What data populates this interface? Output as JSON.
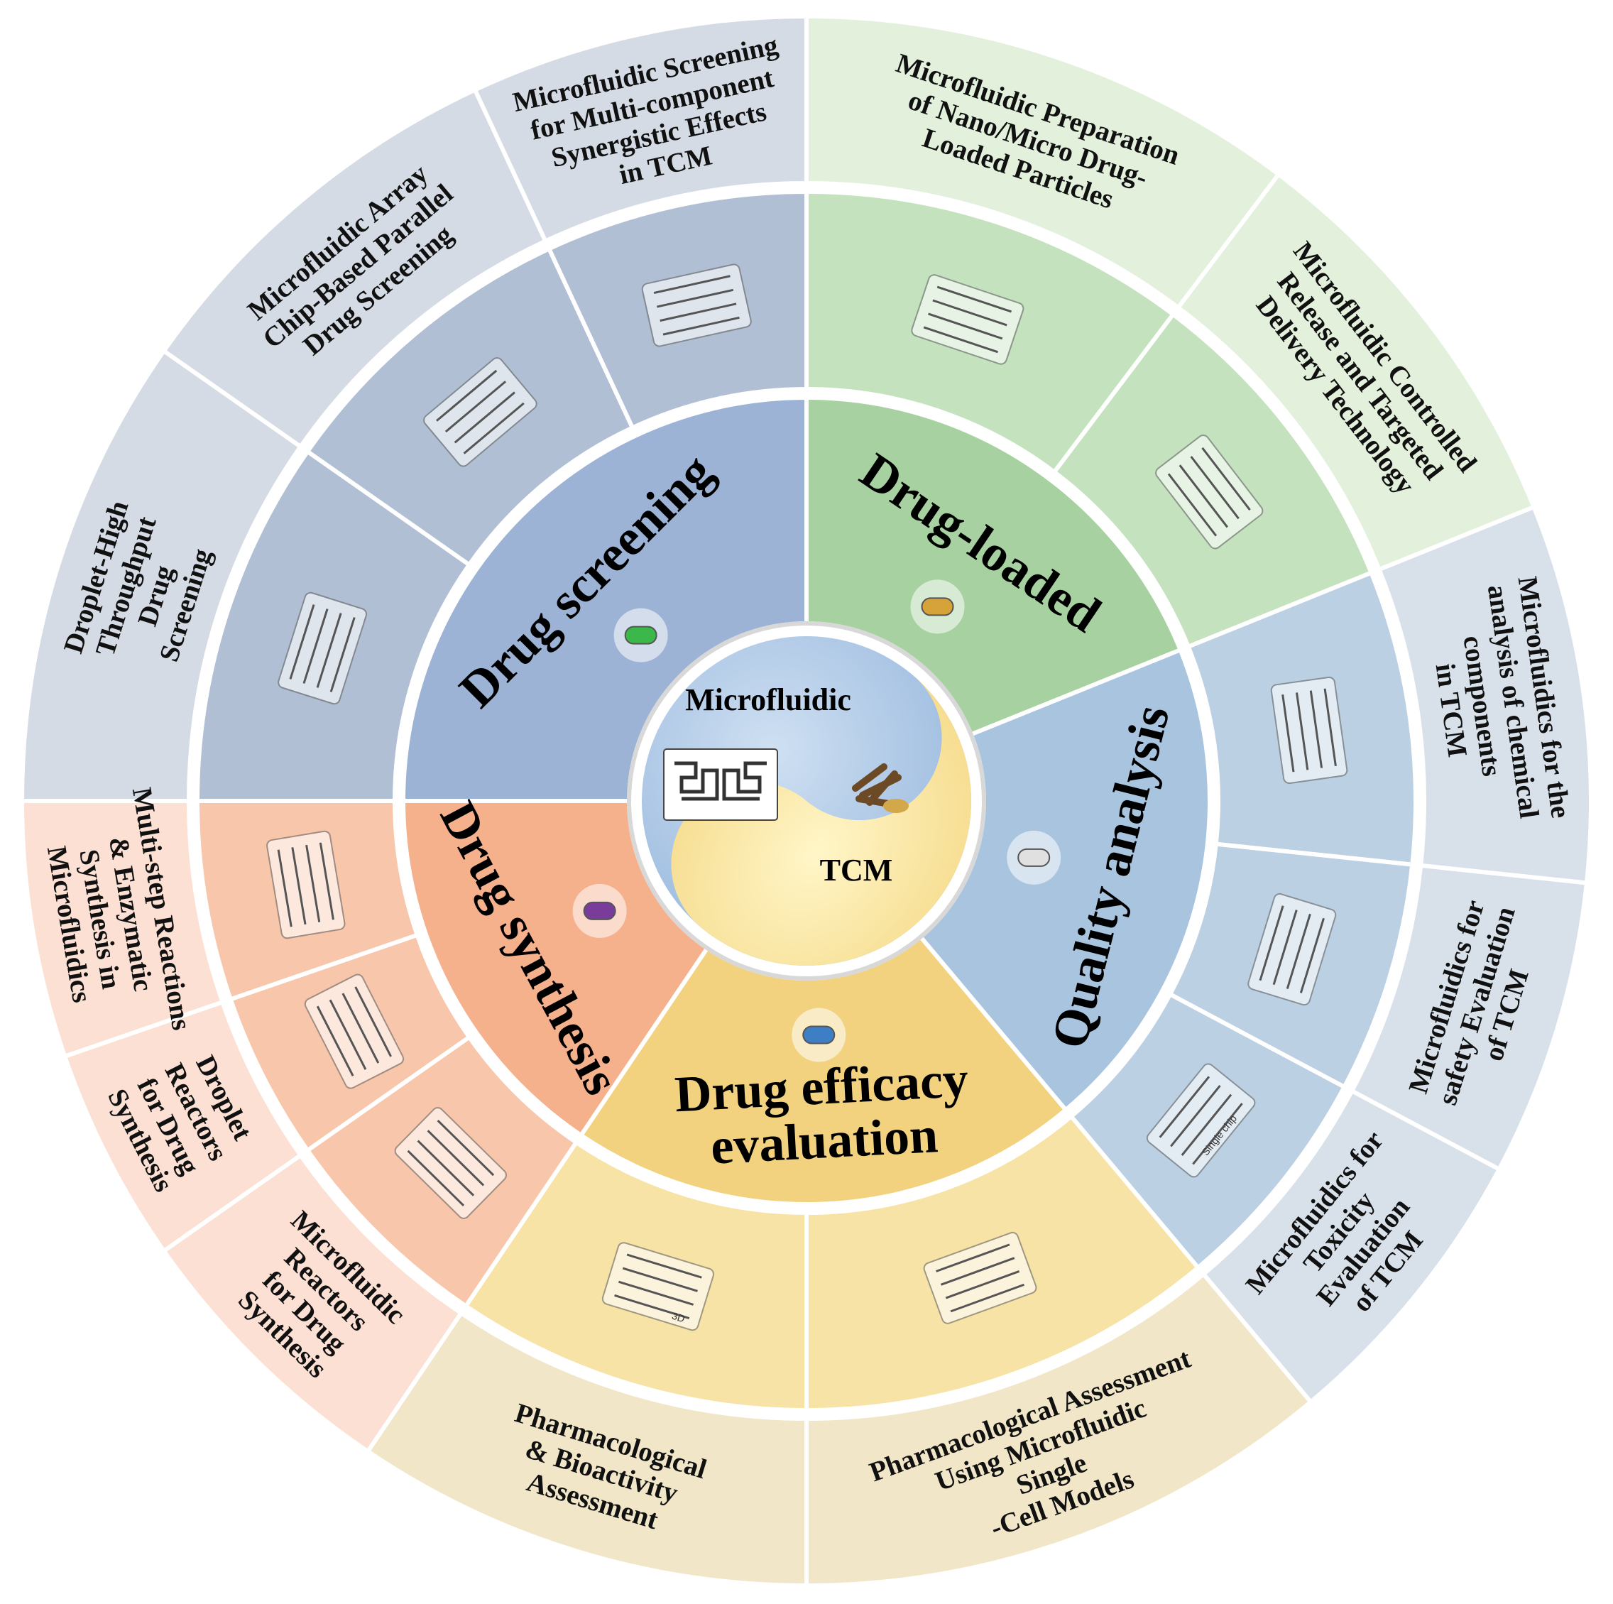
{
  "center": {
    "top_label": "Microfluidic",
    "bottom_label": "TCM",
    "top_icon": "microfluidic-chip-icon",
    "bottom_icon": "herbal-roots-icon"
  },
  "categories": [
    {
      "key": "drug_screening",
      "label": "Drug screening",
      "icon": "capsule-and-cell-icon",
      "colors": {
        "middle": "#9db3d6",
        "ring": "#b1bfd4",
        "outer": "#d5dbe4"
      },
      "applications": [
        {
          "label": [
            "Droplet-High",
            "Throughput",
            "Drug",
            "Screening"
          ],
          "icon": "droplet-array-chip-icon"
        },
        {
          "label": [
            "Microfluidic Array",
            "Chip-Based Parallel",
            "Drug Screening"
          ],
          "icon": "array-chip-icon"
        },
        {
          "label": [
            "Microfluidic Screening",
            "for Multi-component",
            "Synergistic Effects",
            "in TCM"
          ],
          "icon": "gradient-chip-icon"
        }
      ]
    },
    {
      "key": "drug_loaded",
      "label": "Drug-loaded",
      "icon": "drug-carrier-tube-icon",
      "colors": {
        "middle": "#a7d1a0",
        "ring": "#c3e2bd",
        "outer": "#e2f0dc"
      },
      "applications": [
        {
          "label": [
            "Microfluidic Preparation",
            "of Nano/Micro Drug-",
            "Loaded Particles"
          ],
          "icon": "particle-synthesis-chip-icon"
        },
        {
          "label": [
            "Microfluidic Controlled",
            "Release and Targeted",
            "Delivery Technology"
          ],
          "icon": "microneedle-icon"
        }
      ]
    },
    {
      "key": "quality_analysis",
      "label": "Quality analysis",
      "icon": "analysis-chip-icon",
      "colors": {
        "middle": "#a8c4de",
        "ring": "#bcd0e3",
        "outer": "#d8e1ea"
      },
      "applications": [
        {
          "label": [
            "Microfluidics for the",
            "analysis of chemical",
            "components",
            "in TCM"
          ],
          "icon": "channel-network-icon"
        },
        {
          "label": [
            "Microfluidics for",
            "safety Evaluation",
            "of TCM"
          ],
          "icon": "analyzer-instrument-icon"
        },
        {
          "label": [
            "Microfluidics for",
            "Toxicity",
            "Evaluation",
            "of TCM"
          ],
          "icon": "single-chip-icon"
        }
      ]
    },
    {
      "key": "drug_efficacy",
      "label": [
        "Drug efficacy",
        "evaluation"
      ],
      "icon": "blue-capsule-icon",
      "colors": {
        "middle": "#f2d27e",
        "ring": "#f7e3a6",
        "outer": "#f1e6c8"
      },
      "applications": [
        {
          "label": [
            "Pharmacological Assessment",
            "Using Microfluidic",
            "Single",
            "-Cell Models"
          ],
          "icon": "single-cell-chip-icon"
        },
        {
          "label": [
            "Pharmacological",
            "& Bioactivity",
            "Assessment"
          ],
          "icon": "well-plate-3d-icon"
        }
      ]
    },
    {
      "key": "drug_synthesis",
      "label": "Drug synthesis",
      "icon": "reaction-vial-icon",
      "colors": {
        "middle": "#f5b08c",
        "ring": "#f8c6aa",
        "outer": "#fbe0d3"
      },
      "applications": [
        {
          "label": [
            "Microfluidic",
            "Reactors",
            "for Drug",
            "Synthesis"
          ],
          "icon": "serpentine-reactor-icon"
        },
        {
          "label": [
            "Droplet",
            "Reactors",
            "for Drug",
            "Synthesis"
          ],
          "icon": "droplet-reactor-icon"
        },
        {
          "label": [
            "Multi-step Reactions",
            "& Enzymatic",
            "Synthesis in",
            "Microfluidics"
          ],
          "icon": "enzymatic-channel-icon"
        }
      ]
    }
  ],
  "inset_texts": {
    "single_chip": "Single chip",
    "three_d": "3D"
  }
}
